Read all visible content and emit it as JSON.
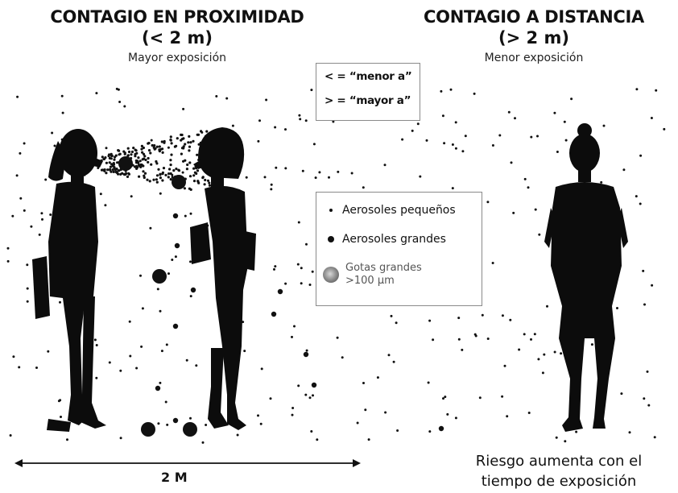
{
  "headers": {
    "left": {
      "title": "CONTAGIO EN PROXIMIDAD",
      "distance": "(< 2 m)",
      "exposure": "Mayor exposición"
    },
    "right": {
      "title": "CONTAGIO A DISTANCIA",
      "distance": "(> 2 m)",
      "exposure": "Menor exposición"
    }
  },
  "symbols_legend": {
    "less_than": "< = “menor a”",
    "greater_than": "> = “mayor a”"
  },
  "aerosol_legend": {
    "small": "Aerosoles pequeños",
    "large": "Aerosoles grandes",
    "drops_line1": "Gotas grandes",
    "drops_line2": ">100 μm"
  },
  "scale_label": "2 M",
  "risk_note_line1": "Riesgo aumenta con el",
  "risk_note_line2": "tiempo de exposición",
  "colors": {
    "silhouette": "#0c0c0c",
    "text": "#111111",
    "box_border": "#8a8a8a",
    "drop_gray": "#888888"
  },
  "icons": [
    "woman-silhouette-left",
    "woman-silhouette-facing",
    "woman-silhouette-front",
    "double-arrow"
  ]
}
